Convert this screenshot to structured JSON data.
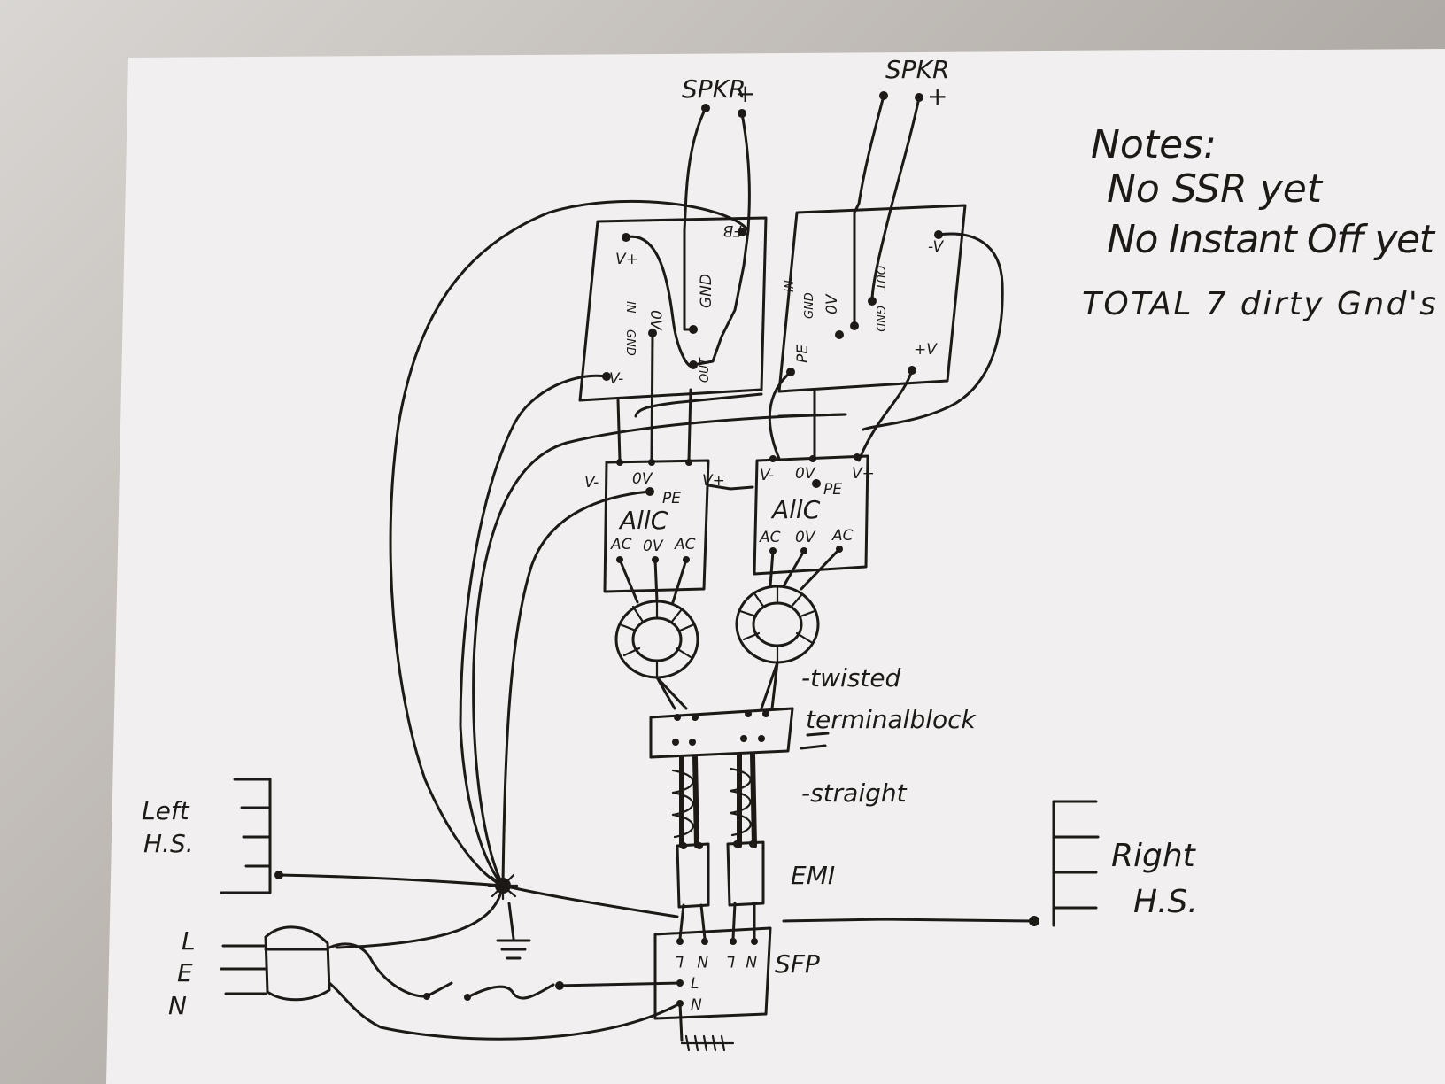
{
  "notes": {
    "title": "Notes:",
    "lines": [
      "No SSR yet",
      "No Instant Off yet",
      "TOTAL 7 dirty Gnd's"
    ]
  },
  "speakers": {
    "left": {
      "label": "SPKR",
      "polarity": "+"
    },
    "right": {
      "label": "SPKR",
      "polarity": "+"
    }
  },
  "amp_left": {
    "pins": [
      "V+",
      "IN",
      "GND",
      "0V",
      "GND",
      "OUT",
      "V-",
      "FB"
    ]
  },
  "amp_right": {
    "pins": [
      "IN",
      "GND",
      "0V",
      "PE",
      "OUT",
      "GND",
      "-V",
      "+V"
    ]
  },
  "psu_left": {
    "name": "AllC",
    "top_pins": [
      "V-",
      "0V",
      "V+"
    ],
    "pe": "PE",
    "bottom_pins": [
      "AC",
      "0V",
      "AC"
    ]
  },
  "psu_right": {
    "name": "AllC",
    "top_pins": [
      "V-",
      "0V",
      "V+"
    ],
    "pe": "PE",
    "bottom_pins": [
      "AC",
      "0V",
      "AC"
    ]
  },
  "annotations": {
    "twisted": "-twisted",
    "terminal_block": "terminalblock",
    "straight": "-straight",
    "emi": "EMI",
    "sfp": "SFP"
  },
  "sfp_pins": {
    "top": [
      "L",
      "N",
      "L",
      "N"
    ],
    "bottom": [
      "L",
      "N"
    ]
  },
  "heatsinks": {
    "left": {
      "line1": "Left",
      "line2": "H.S."
    },
    "right": {
      "line1": "Right",
      "line2": "H.S."
    }
  },
  "mains_plug": {
    "pins": [
      "L",
      "E",
      "N"
    ]
  }
}
